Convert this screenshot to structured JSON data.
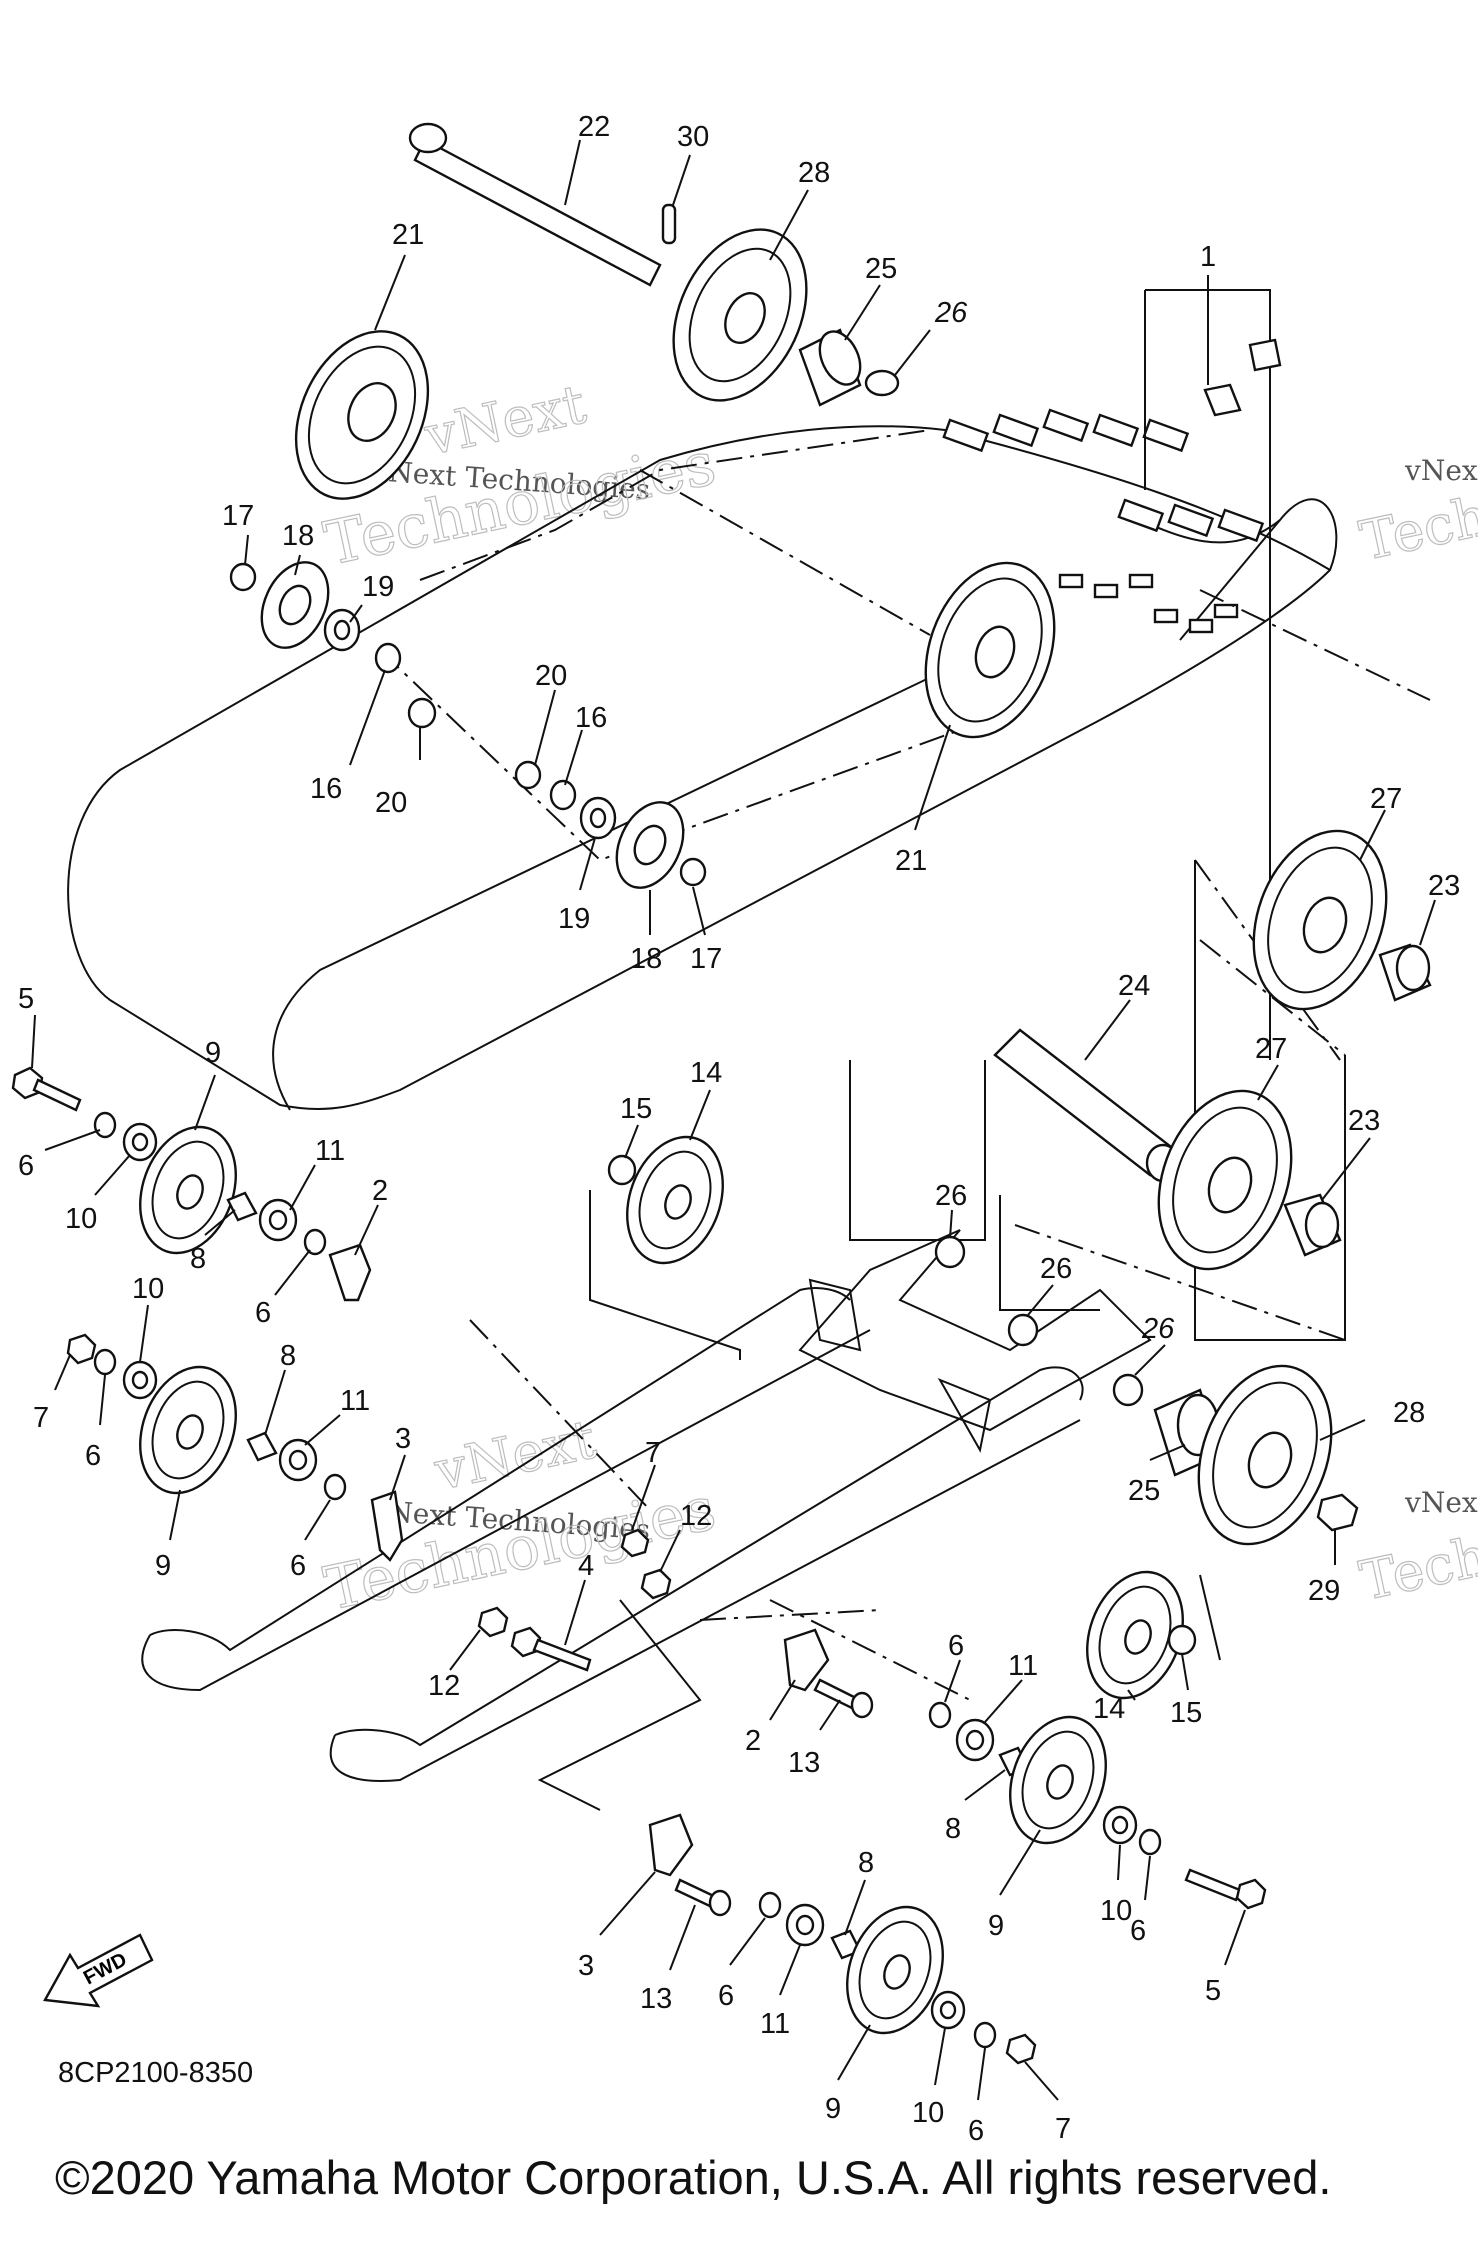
{
  "diagram": {
    "part_code": "8CP2100-8350",
    "copyright": "©2020 Yamaha Motor Corporation, U.S.A. All rights reserved.",
    "direction_label": "FWD",
    "watermarks": {
      "brand": "vNext",
      "line_a": "vNext Technologies",
      "line_b": "Technologies",
      "edge_a": "vNex",
      "edge_b": "Tech"
    },
    "callouts": {
      "c1": "1",
      "c2a": "2",
      "c2b": "2",
      "c3a": "3",
      "c3b": "3",
      "c4": "4",
      "c5a": "5",
      "c5b": "5",
      "c6a": "6",
      "c6b": "6",
      "c6c": "6",
      "c6d": "6",
      "c6e": "6",
      "c6f": "6",
      "c6g": "6",
      "c6h": "6",
      "c7a": "7",
      "c7b": "7",
      "c7c": "7",
      "c8a": "8",
      "c8b": "8",
      "c8c": "8",
      "c8d": "8",
      "c9a": "9",
      "c9b": "9",
      "c9c": "9",
      "c9d": "9",
      "c10a": "10",
      "c10b": "10",
      "c10c": "10",
      "c10d": "10",
      "c11a": "11",
      "c11b": "11",
      "c11c": "11",
      "c11d": "11",
      "c12a": "12",
      "c12b": "12",
      "c13a": "13",
      "c13b": "13",
      "c14a": "14",
      "c14b": "14",
      "c15a": "15",
      "c15b": "15",
      "c16a": "16",
      "c16b": "16",
      "c17a": "17",
      "c17b": "17",
      "c18a": "18",
      "c18b": "18",
      "c19a": "19",
      "c19b": "19",
      "c20a": "20",
      "c20b": "20",
      "c21a": "21",
      "c21b": "21",
      "c22": "22",
      "c23a": "23",
      "c23b": "23",
      "c24": "24",
      "c25a": "25",
      "c25b": "25",
      "c26a": "26",
      "c26b": "26",
      "c26c": "26",
      "c26d": "26",
      "c27a": "27",
      "c27b": "27",
      "c28a": "28",
      "c28b": "28",
      "c29": "29",
      "c30": "30"
    }
  }
}
